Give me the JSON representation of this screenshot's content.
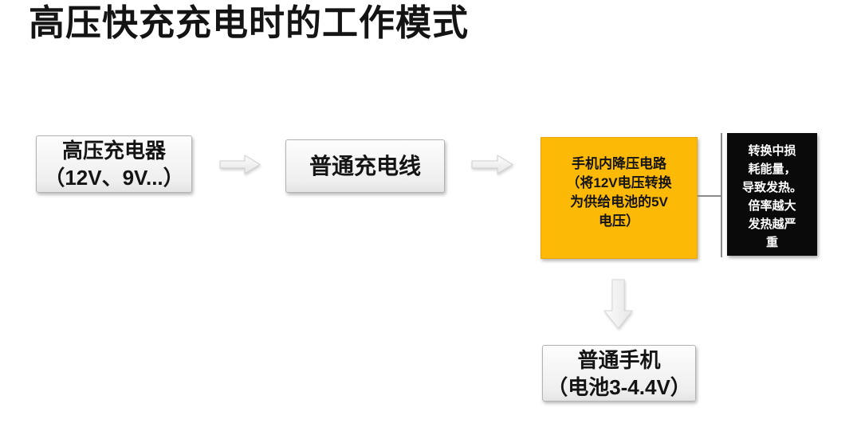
{
  "title": "高压快充充电时的工作模式",
  "flow": {
    "charger_box": {
      "lines": [
        "高压充电器",
        "（12V、9V...）"
      ]
    },
    "cable_box": {
      "lines": [
        "普通充电线"
      ]
    },
    "stepdown_box": {
      "lines": [
        "手机内降压电路",
        "（将12V电压转换",
        "为供给电池的5V",
        "电压）"
      ]
    },
    "note_box": {
      "lines": [
        "转换中损",
        "耗能量，",
        "导致发热。",
        "倍率越大",
        "发热越严",
        "重"
      ]
    },
    "phone_box": {
      "lines": [
        "普通手机",
        "（电池3-4.4V）"
      ]
    }
  },
  "colors": {
    "highlight": "#FCB906",
    "note_bg": "#0A0A0A",
    "note_text": "#FFFFFF",
    "text": "#141414",
    "box_border": "#B3B3B3",
    "connector": "#8A8A8A"
  }
}
